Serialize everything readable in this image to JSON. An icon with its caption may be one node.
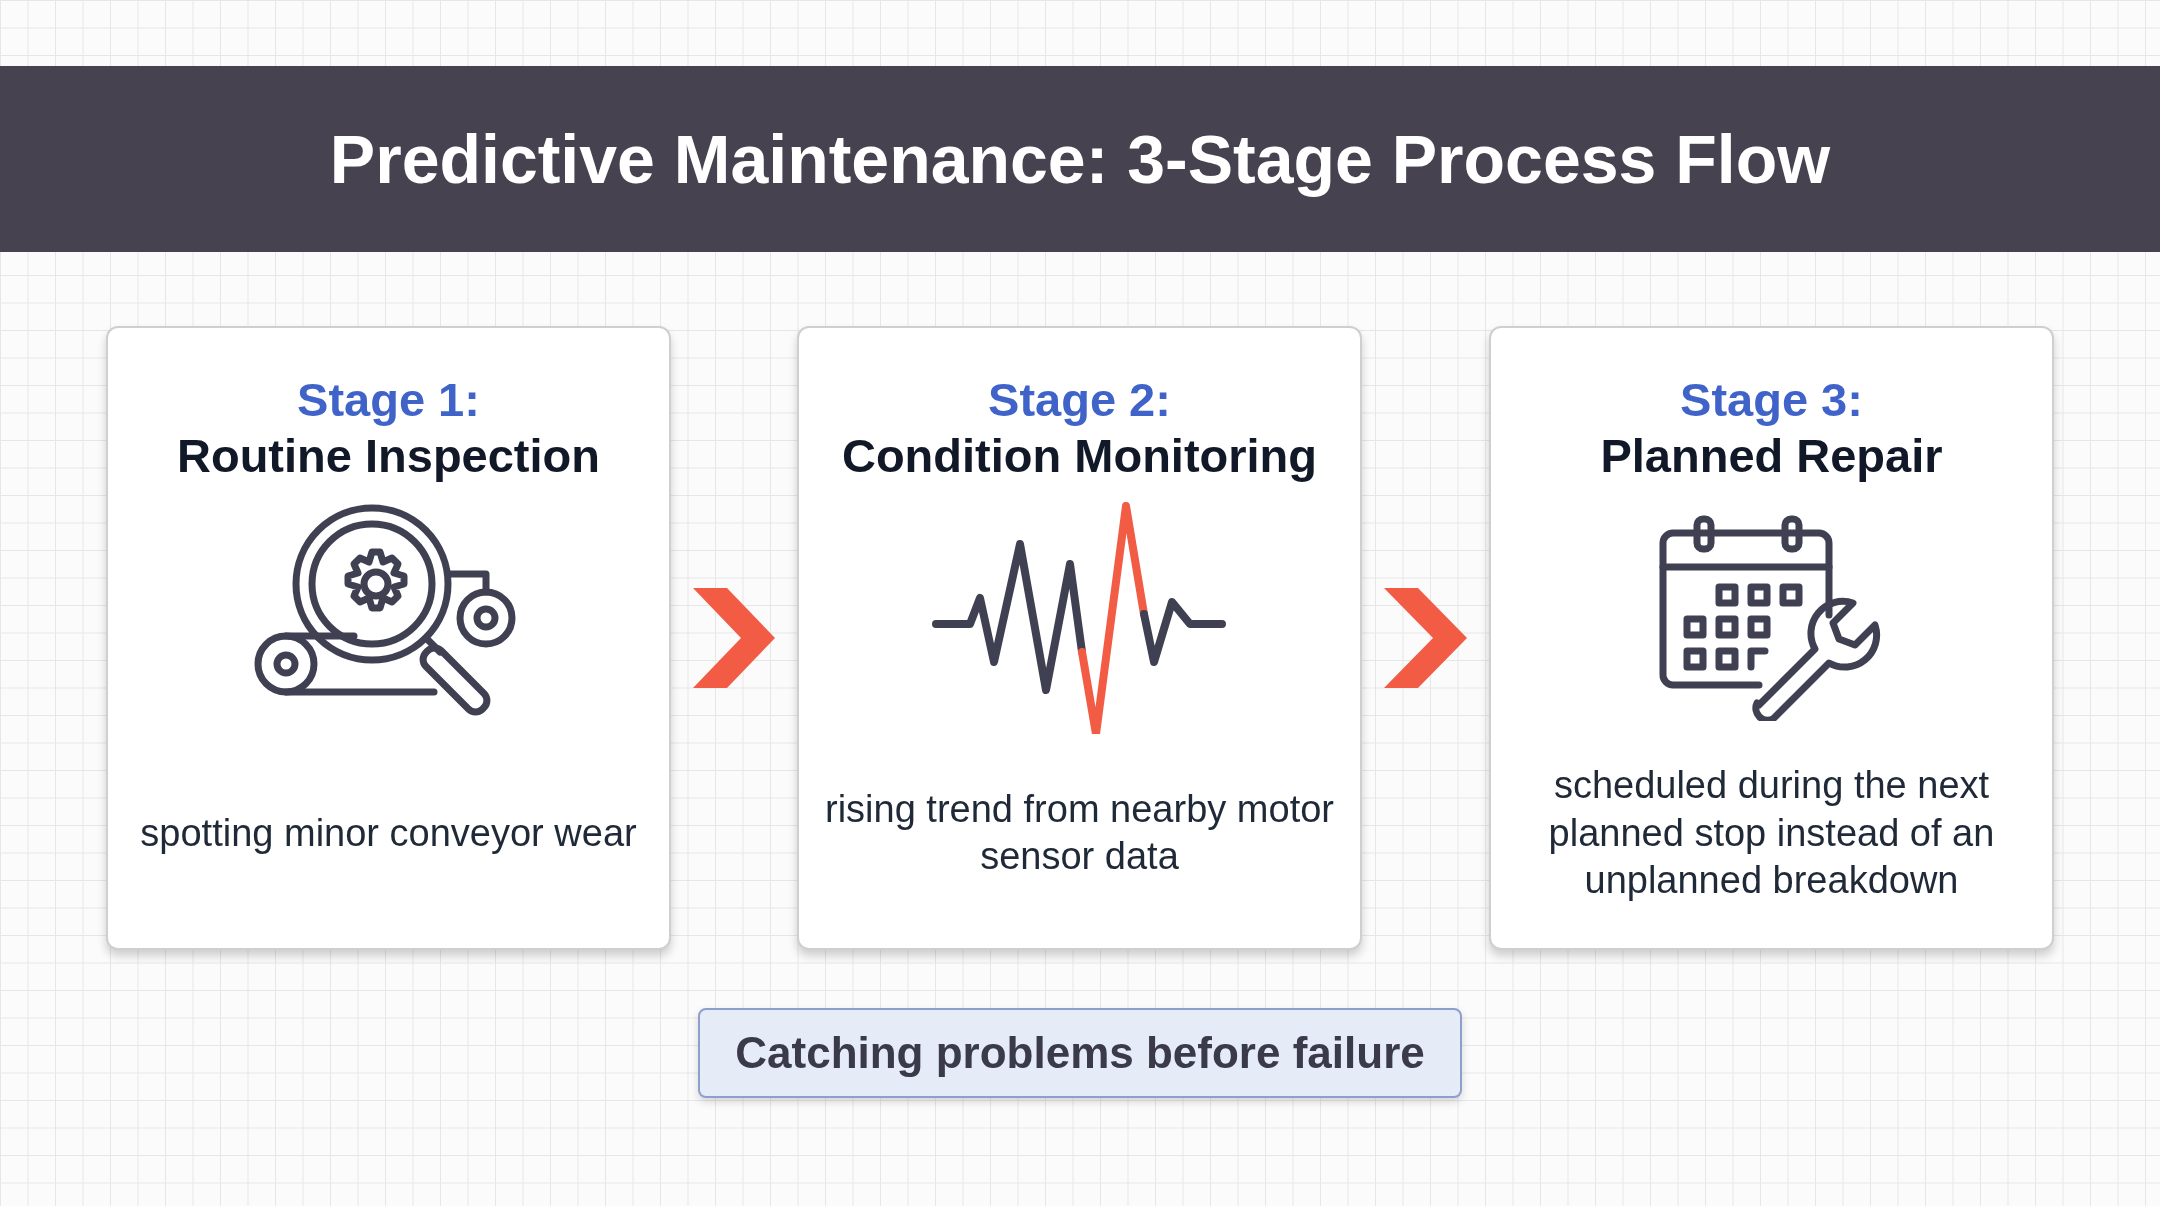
{
  "diagram": {
    "title": "Predictive Maintenance: 3-Stage Process Flow",
    "nodes": [
      {
        "text": [
          "Stage 1:",
          "Routine Inspection",
          "spotting minor conveyor wear"
        ]
      },
      {
        "text": [
          "Stage 2:",
          "Condition Monitoring",
          "rising trend from nearby motor sensor data"
        ]
      },
      {
        "text": [
          "Stage 3:",
          "Planned Repair",
          "scheduled during the next planned stop instead of an unplanned breakdown"
        ]
      },
      {
        "text": [
          "Catching problems before failure"
        ]
      }
    ],
    "edges": [
      {
        "from": 0,
        "to": 1,
        "arrow": "to"
      },
      {
        "from": 1,
        "to": 2,
        "arrow": "to"
      }
    ]
  }
}
